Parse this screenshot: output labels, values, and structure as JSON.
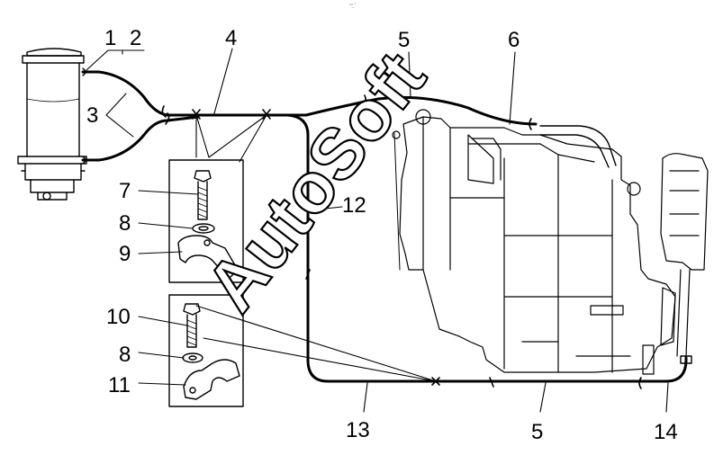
{
  "top_mark": "°°̲ ˭",
  "watermark": "AutoSoft",
  "callouts": {
    "c1": "1",
    "c2": "2",
    "c3": "3",
    "c4": "4",
    "c5a": "5",
    "c5b": "5",
    "c6": "6",
    "c7": "7",
    "c8a": "8",
    "c8b": "8",
    "c9": "9",
    "c10": "10",
    "c11": "11",
    "c12": "12",
    "c13": "13",
    "c14": "14"
  },
  "colors": {
    "line": "#000000",
    "background": "#ffffff"
  }
}
